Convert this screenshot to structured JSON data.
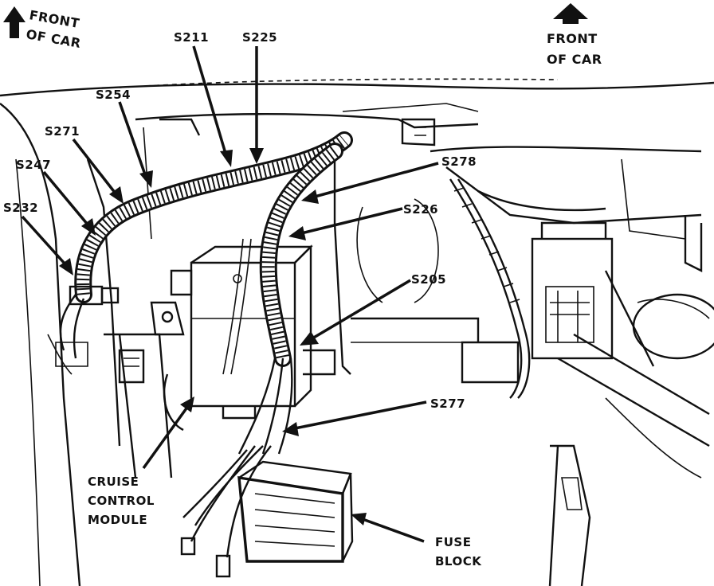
{
  "diagram": {
    "front_of_car_left": [
      "FRONT",
      "OF CAR"
    ],
    "front_of_car_right": [
      "FRONT",
      "OF CAR"
    ],
    "splices": {
      "s211": "S211",
      "s225": "S225",
      "s254": "S254",
      "s271": "S271",
      "s247": "S247",
      "s232": "S232",
      "s278": "S278",
      "s226": "S226",
      "s205": "S205",
      "s277": "S277"
    },
    "components": {
      "cruise_module": [
        "CRUISE",
        "CONTROL",
        "MODULE"
      ],
      "fuse_block": [
        "FUSE",
        "BLOCK"
      ]
    }
  }
}
